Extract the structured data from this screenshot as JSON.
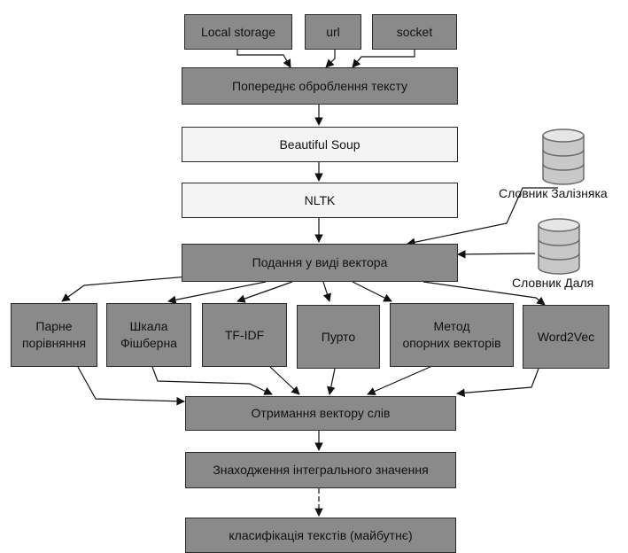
{
  "colors": {
    "process_box": "#8a8a8a",
    "library_box": "#f4f4f4",
    "stroke": "#2a2a2a",
    "database": "#c8c8c8"
  },
  "nodes": {
    "local_storage": "Local storage",
    "url": "url",
    "socket": "socket",
    "preprocessing": "Попереднє оброблення тексту",
    "beautiful_soup": "Beautiful Soup",
    "nltk": "NLTK",
    "vector_representation": "Подання у виді вектора",
    "pairwise": "Парне\nпорівняння",
    "fishburn": "Шкала\nФішберна",
    "tfidf": "TF-IDF",
    "purto": "Пурто",
    "svm": "Метод\nопорних векторів",
    "word2vec": "Word2Vec",
    "word_vector": "Отримання вектору слів",
    "integral_value": "Знаходження інтегрального значення",
    "classification": "класифікація текстів (майбутнє)"
  },
  "databases": {
    "zaliznyak": {
      "label": "Словник Залізняка",
      "icon": "database-icon"
    },
    "dal": {
      "label": "Словник Даля",
      "icon": "database-icon"
    }
  }
}
